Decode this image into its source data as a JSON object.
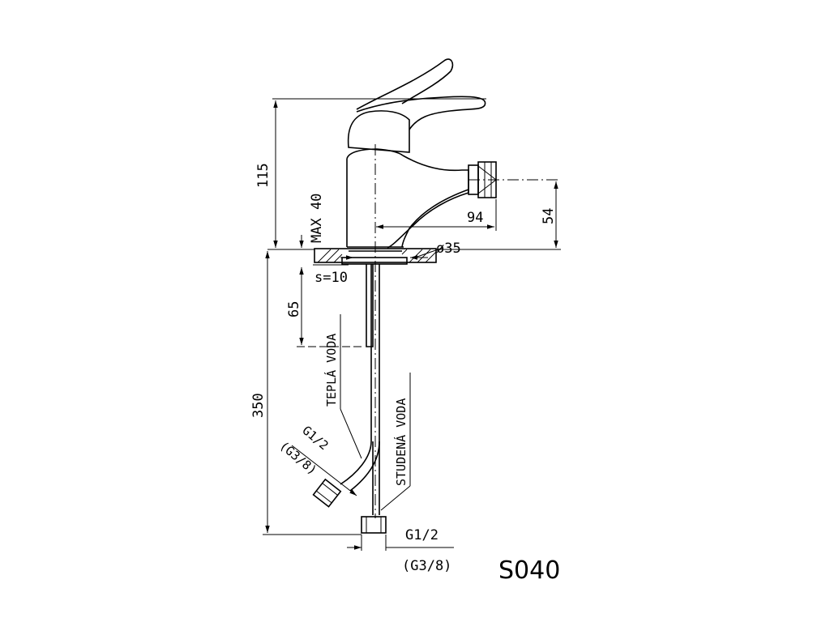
{
  "drawing": {
    "model_code": "S040",
    "dimensions": {
      "height_total": "115",
      "max_deck": "MAX 40",
      "spout_reach": "94",
      "spout_height": "54",
      "hole_diameter": "ø35",
      "washer_thickness": "s=10",
      "hose_length_hot": "65",
      "hose_length_total": "350"
    },
    "labels": {
      "hot_water": "TEPLÁ VODA",
      "cold_water": "STUDENÁ VODA",
      "thread_hot_main": "G1/2",
      "thread_hot_alt": "(G3/8)",
      "thread_cold_main": "G1/2",
      "thread_cold_alt": "(G3/8)"
    }
  }
}
